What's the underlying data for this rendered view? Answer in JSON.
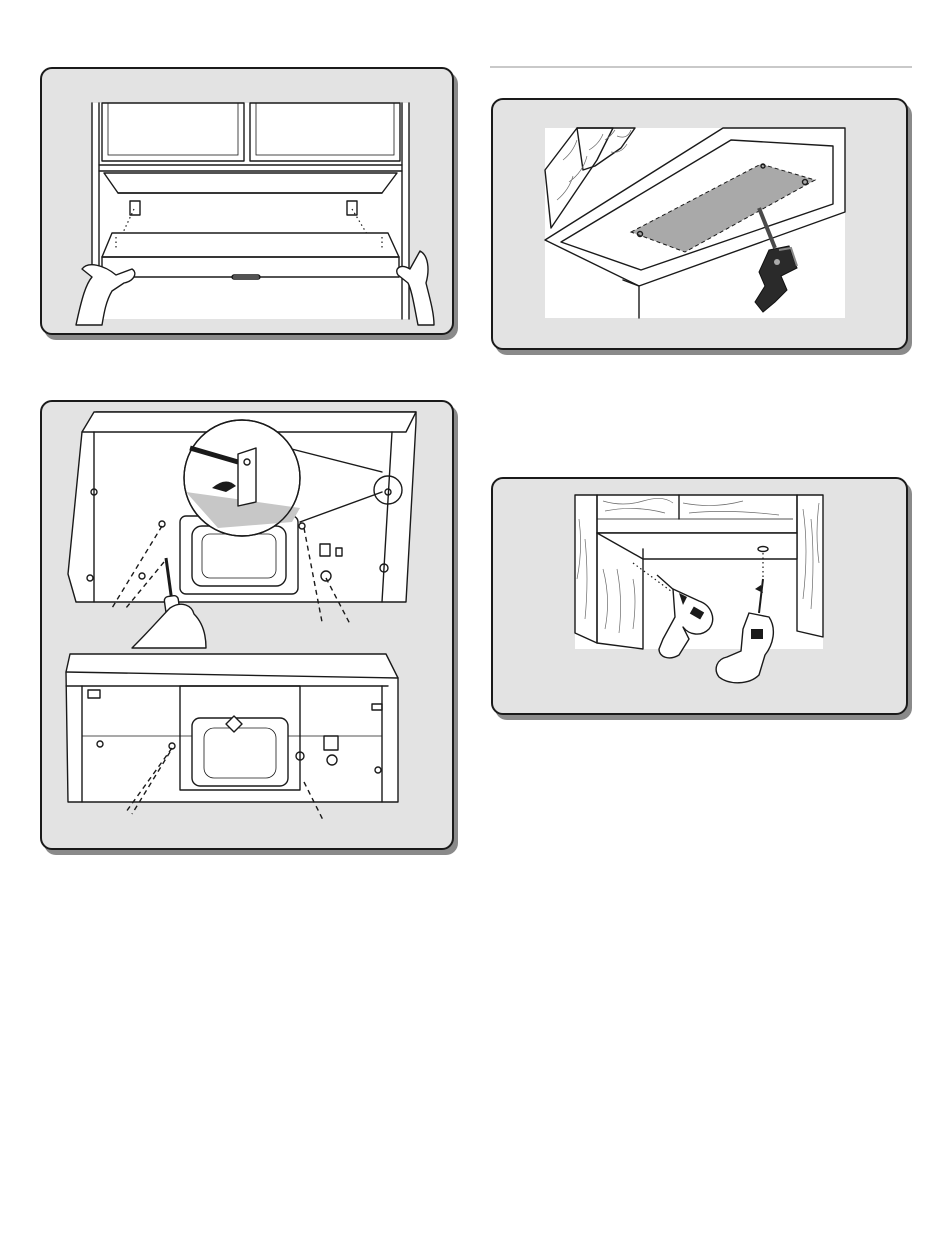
{
  "page": {
    "background": "#ffffff",
    "panel_fill": "#e3e3e3",
    "panel_border": "#1a1a1a",
    "panel_shadow": "#8a8a8a",
    "rule_color": "#c9c9c9"
  },
  "illustrations": [
    {
      "id": "hood-lift-under-cabinet",
      "icons": [
        "hands-icon",
        "range-hood-icon",
        "cabinet-icon"
      ]
    },
    {
      "id": "saw-cut-cabinet-bottom",
      "icons": [
        "keyhole-saw-icon",
        "cutout-template-icon"
      ]
    },
    {
      "id": "hood-bottom-screws",
      "icons": [
        "screwdriver-icon",
        "magnifier-detail-icon",
        "dashed-leader-icon"
      ]
    },
    {
      "id": "drill-mounting-holes",
      "icons": [
        "drill-icon",
        "spade-bit-drill-icon"
      ]
    }
  ]
}
